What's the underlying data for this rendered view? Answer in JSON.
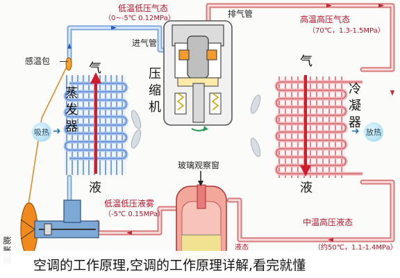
{
  "caption": "空调的工作原理,空调的工作原理详解,看完就懂",
  "labels": {
    "low_temp_low_pressure_gas": "低温低压气态",
    "low_gas_conditions": "（0~-5℃ 0.12MPa）",
    "exhaust_pipe": "排气管",
    "high_temp_high_pressure_gas": "高温高压气态",
    "high_gas_conditions": "（70℃，1.3-1.5MPa）",
    "intake_pipe": "进气管",
    "temp_sensing_bulb": "感温包",
    "compressor": "压缩机",
    "evaporator": "蒸发器",
    "evaporator_gas": "气",
    "evaporator_liquid": "液",
    "condenser": "冷凝器",
    "condenser_gas": "气",
    "condenser_liquid": "液",
    "heat_absorb": "吸热",
    "heat_release": "放热",
    "sight_glass": "玻璃观察窗",
    "low_temp_low_pressure_mist": "低温低压液雾",
    "low_mist_conditions": "（-5℃ 0.15MPa）",
    "medium_temp_high_pressure_liquid": "中温高压液态",
    "liquid_conditions": "（约50℃，1.1-1.4MPa）",
    "liquid_prefix": "液态",
    "expansion_valve": "膨胀阀"
  },
  "colors": {
    "pipe_red": "#e58a8a",
    "pipe_blue": "#a9c6ef",
    "arrow_red": "#d21c2c",
    "label_red": "#b3142b",
    "valve_orange": "#f08a1c",
    "drier_pink": "#f2a79a",
    "drier_liquid": "#f0e290"
  }
}
